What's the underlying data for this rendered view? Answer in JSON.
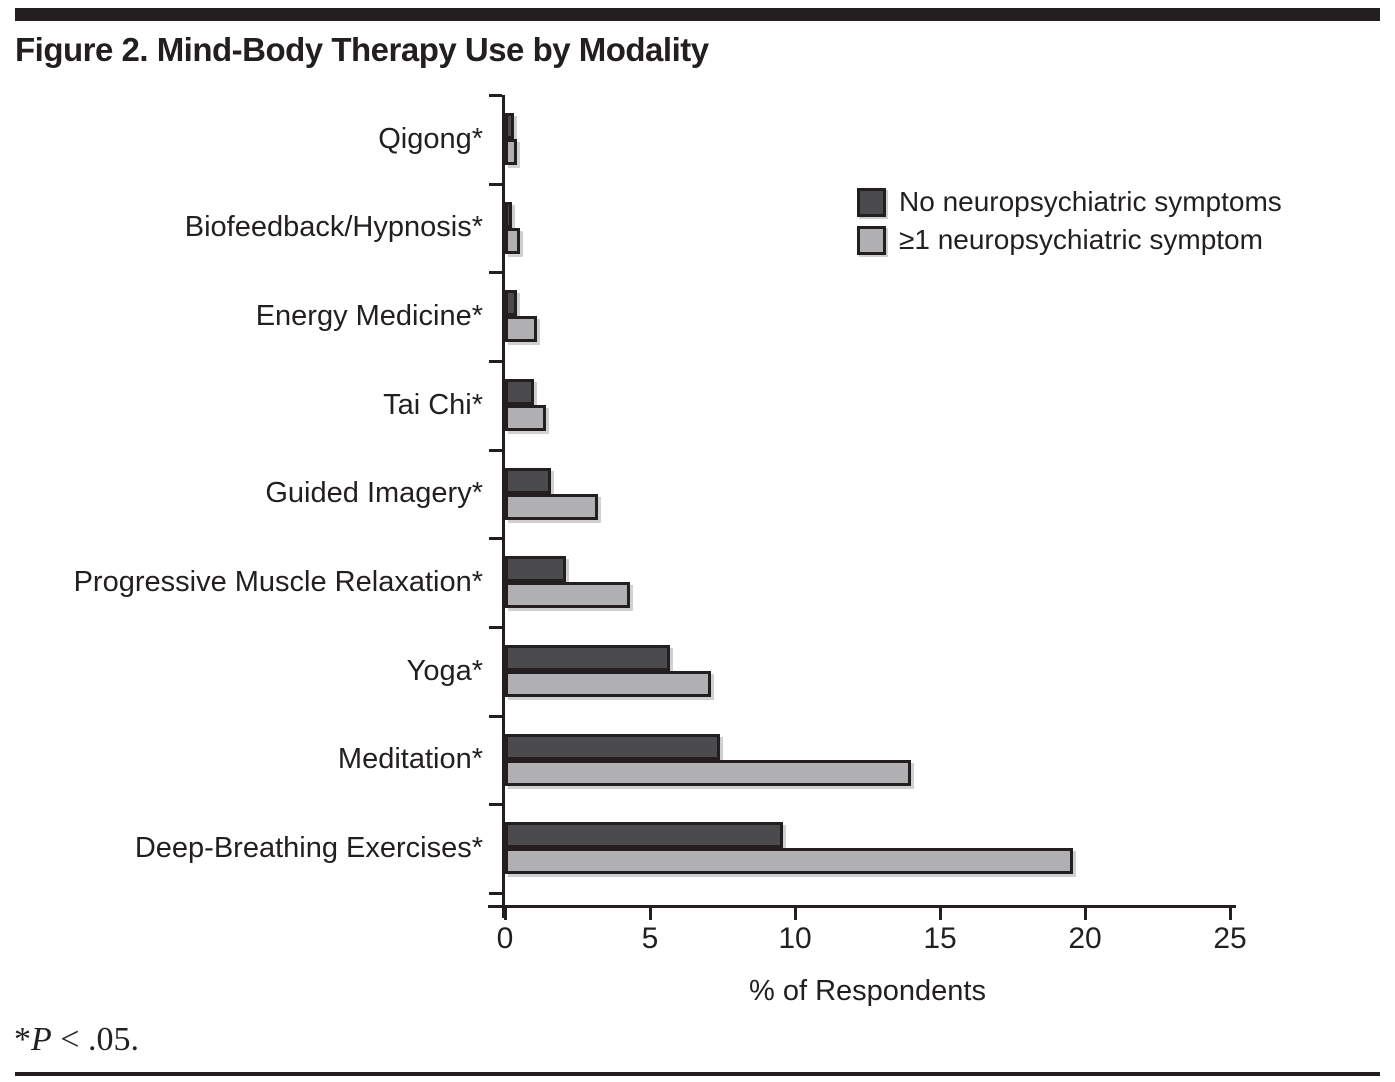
{
  "figure": {
    "title": "Figure 2. Mind-Body Therapy Use by Modality",
    "footnote": {
      "prefix": "*",
      "p": "P",
      "suffix": " < .05."
    }
  },
  "chart_data": {
    "type": "bar",
    "orientation": "horizontal",
    "title": "Figure 2. Mind-Body Therapy Use by Modality",
    "categories": [
      "Qigong*",
      "Biofeedback/Hypnosis*",
      "Energy Medicine*",
      "Tai Chi*",
      "Guided Imagery*",
      "Progressive Muscle Relaxation*",
      "Yoga*",
      "Meditation*",
      "Deep-Breathing Exercises*"
    ],
    "series": [
      {
        "name": "No neuropsychiatric symptoms",
        "color": "#4b4b4d",
        "values": [
          0.3,
          0.2,
          0.4,
          1.0,
          1.6,
          2.1,
          5.7,
          7.4,
          9.6
        ]
      },
      {
        "name": "≥1 neuropsychiatric symptom",
        "color": "#b0b0b2",
        "values": [
          0.4,
          0.5,
          1.1,
          1.4,
          3.2,
          4.3,
          7.1,
          14.0,
          19.6
        ]
      }
    ],
    "xlabel": "% of Respondents",
    "xlim": [
      0,
      25
    ],
    "xticks": [
      0,
      5,
      10,
      15,
      20,
      25
    ],
    "grid": false,
    "legend_position": "top-right",
    "footnote": "*P < .05."
  }
}
